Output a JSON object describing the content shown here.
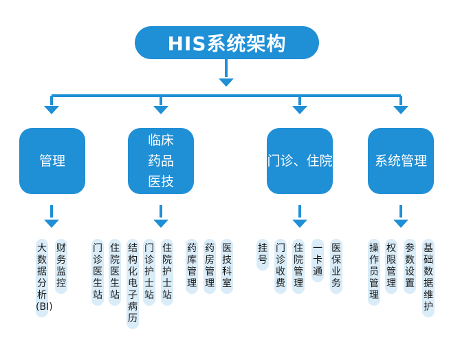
{
  "title": "HIS系统架构",
  "colors": {
    "primary": "#1f8fd6",
    "leaf_bg": "#d9ecf8"
  },
  "categories": [
    {
      "lines": [
        "管理"
      ],
      "leaves": [
        {
          "lines": [
            "大",
            "数",
            "据",
            "分",
            "析",
            "(BI)"
          ]
        },
        {
          "lines": [
            "财",
            "务",
            "监",
            "控"
          ]
        }
      ]
    },
    {
      "lines": [
        "临床",
        "药品",
        "医技"
      ],
      "leaves": [
        {
          "lines": [
            "门",
            "诊",
            "医",
            "生",
            "站"
          ]
        },
        {
          "lines": [
            "住",
            "院",
            "医",
            "生",
            "站"
          ]
        },
        {
          "lines": [
            "结",
            "构",
            "化",
            "电",
            "子",
            "病",
            "历"
          ]
        },
        {
          "lines": [
            "门",
            "诊",
            "护",
            "士",
            "站"
          ]
        },
        {
          "lines": [
            "住",
            "院",
            "护",
            "士",
            "站"
          ]
        },
        {
          "lines": [
            "药",
            "库",
            "管",
            "理"
          ]
        },
        {
          "lines": [
            "药",
            "房",
            "管",
            "理"
          ]
        },
        {
          "lines": [
            "医",
            "技",
            "科",
            "室"
          ]
        }
      ]
    },
    {
      "lines": [
        "门诊、住院"
      ],
      "leaves": [
        {
          "lines": [
            "挂",
            "号"
          ]
        },
        {
          "lines": [
            "门",
            "诊",
            "收",
            "费"
          ]
        },
        {
          "lines": [
            "住",
            "院",
            "管",
            "理"
          ]
        },
        {
          "lines": [
            "一",
            "卡",
            "通"
          ]
        },
        {
          "lines": [
            "医",
            "保",
            "业",
            "务"
          ]
        }
      ]
    },
    {
      "lines": [
        "系统管理"
      ],
      "leaves": [
        {
          "lines": [
            "操",
            "作",
            "员",
            "管",
            "理"
          ]
        },
        {
          "lines": [
            "权",
            "限",
            "管",
            "理"
          ]
        },
        {
          "lines": [
            "参",
            "数",
            "设",
            "置"
          ]
        },
        {
          "lines": [
            "基",
            "础",
            "数",
            "据",
            "维",
            "护"
          ]
        }
      ]
    }
  ]
}
